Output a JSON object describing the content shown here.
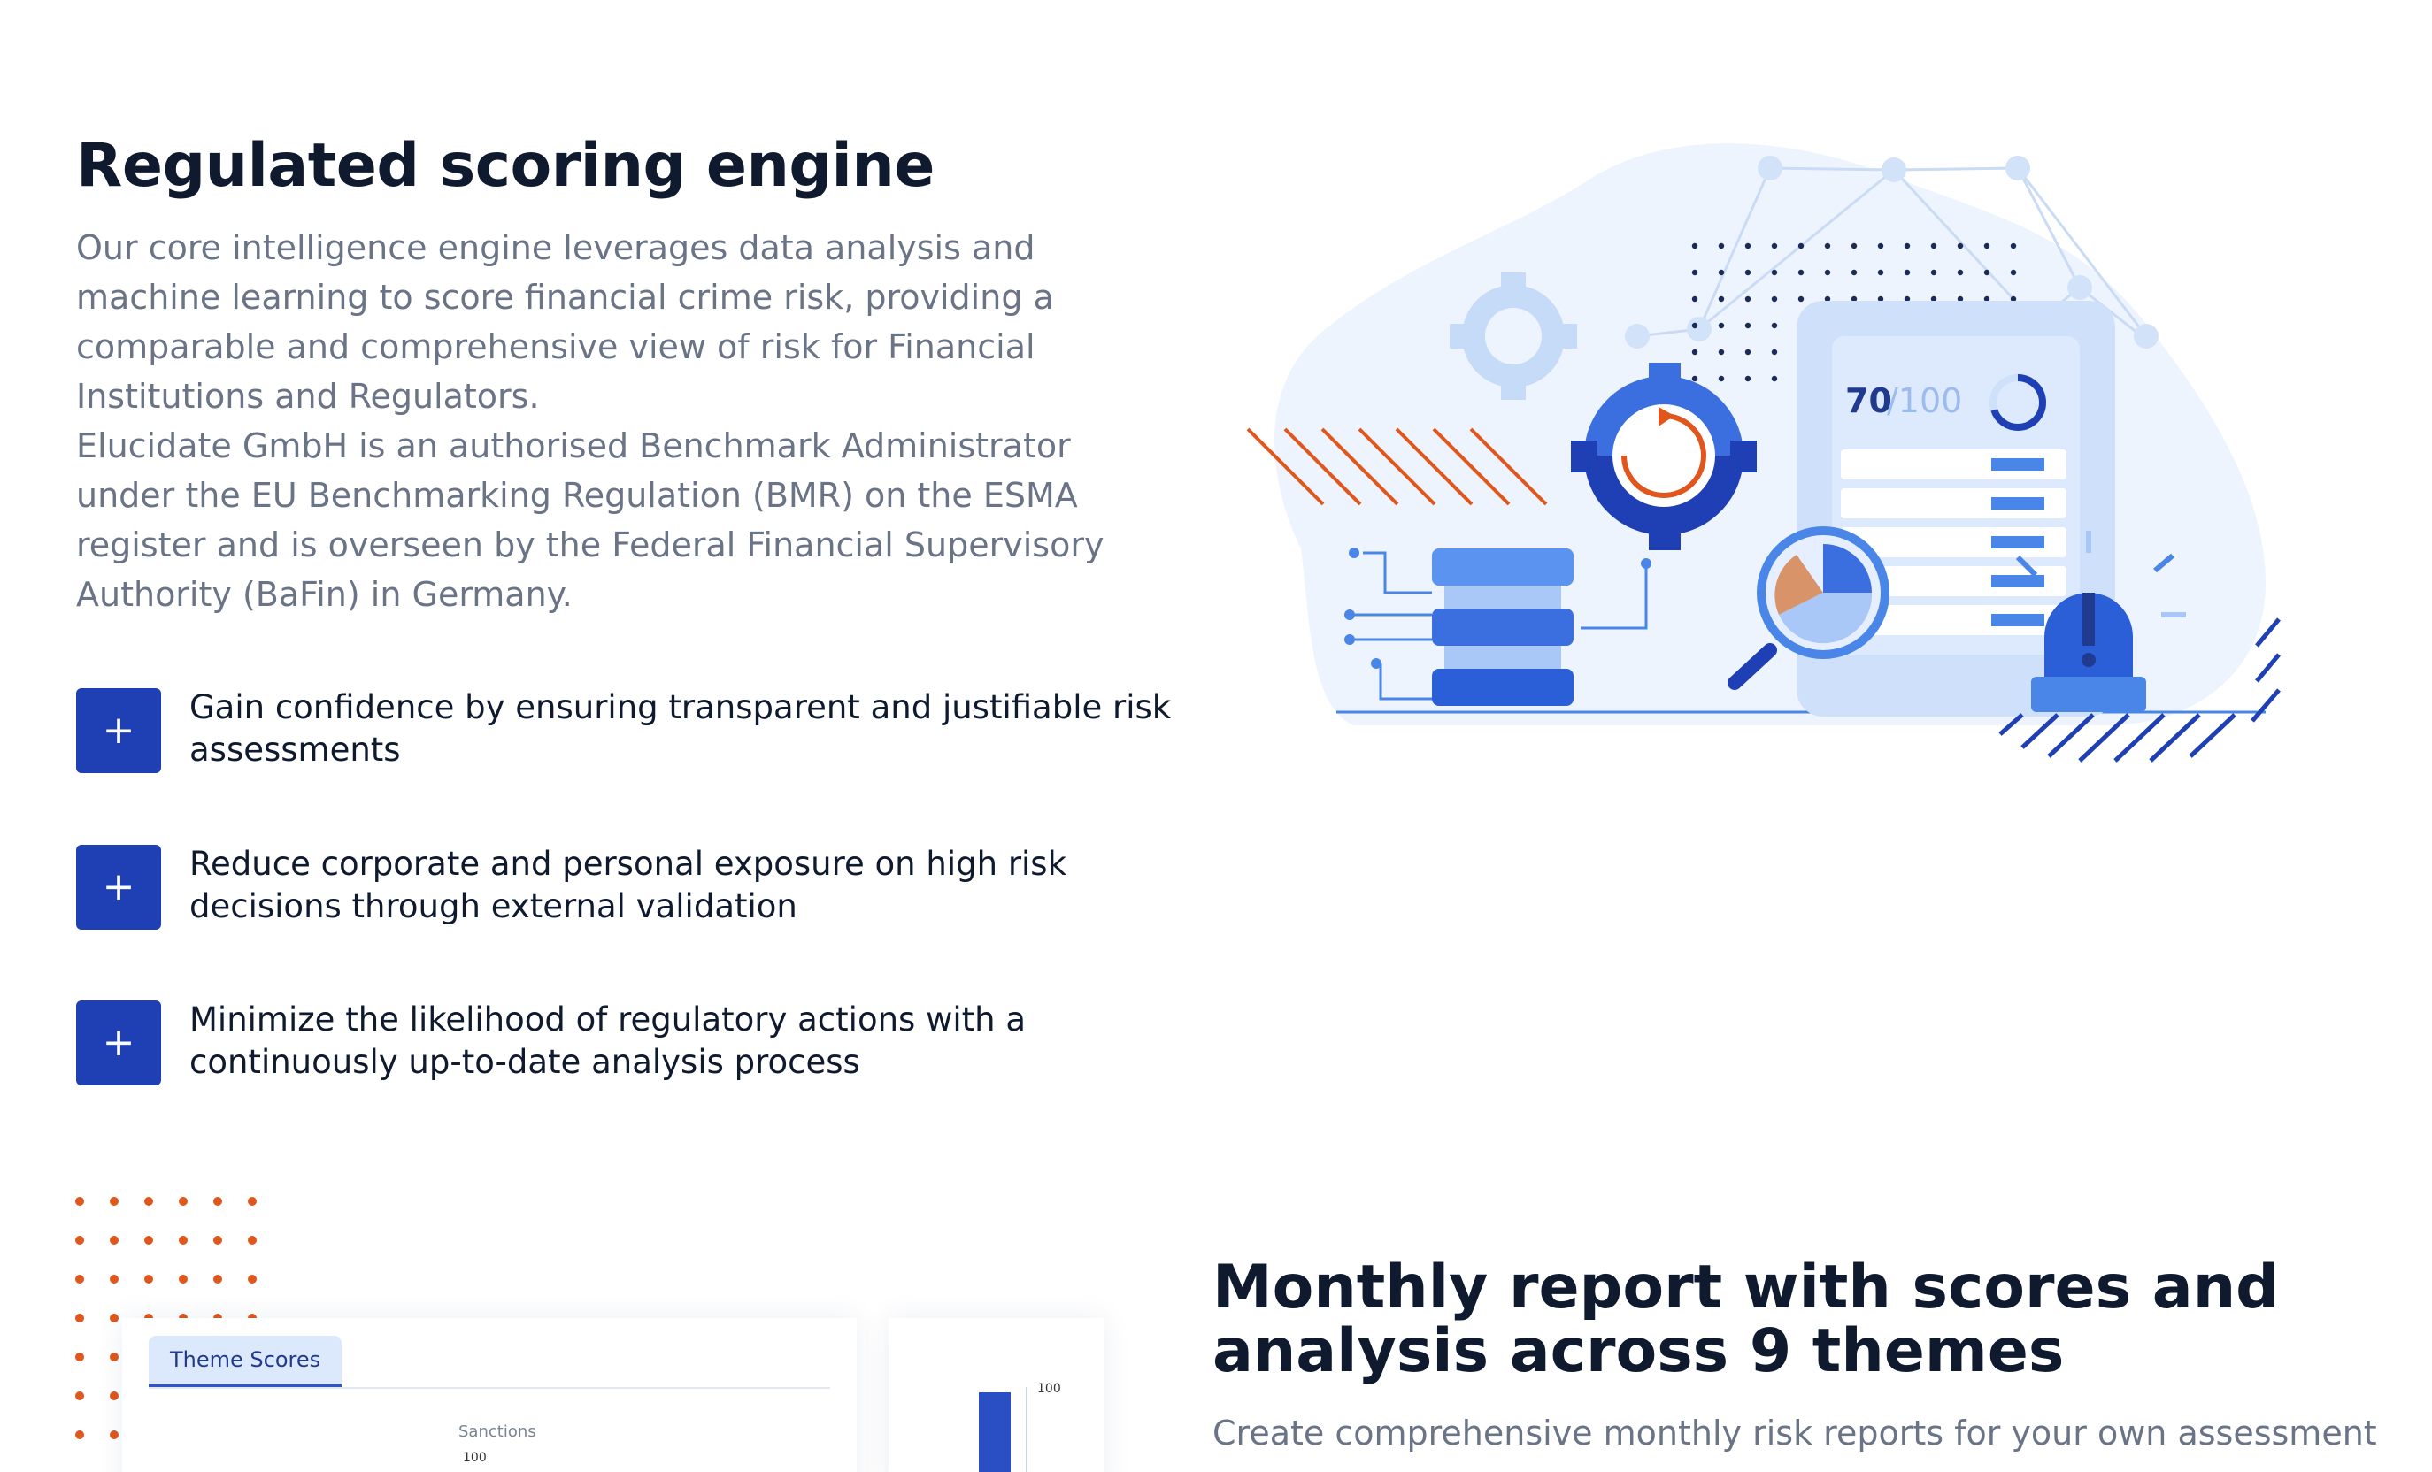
{
  "scoring": {
    "title": "Regulated scoring engine",
    "para1": "Our core intelligence engine leverages data analysis and machine learning to score financial crime risk, providing a comparable and comprehensive view of risk for Financial Institutions and Regulators.",
    "para2": "Elucidate GmbH is an authorised Benchmark Administrator under the EU Benchmarking Regulation (BMR) on the ESMA register and is overseen by the Federal Financial Supervisory Authority (BaFin) in Germany.",
    "benefits": [
      {
        "icon": "plus-icon",
        "symbol": "+",
        "text": "Gain confidence by ensuring transparent and justifiable risk assessments"
      },
      {
        "icon": "plus-icon",
        "symbol": "+",
        "text": "Reduce corporate and personal exposure on high risk decisions through external validation"
      },
      {
        "icon": "plus-icon",
        "symbol": "+",
        "text": "Minimize the likelihood of regulatory actions with a continuously up-to-date analysis process"
      }
    ]
  },
  "illustration": {
    "score_value": "70",
    "score_total": "/100",
    "score_fraction": 0.7
  },
  "report": {
    "title": "Monthly report with scores and analysis across 9 themes",
    "desc": "Create comprehensive monthly risk reports for your own assessment"
  },
  "preview": {
    "tab_label": "Theme Scores",
    "chart_label": "Sanctions",
    "tick_label": "100",
    "bar_tick_label": "100"
  },
  "colors": {
    "primary": "#1f3fb4",
    "accent_orange": "#e0561d",
    "text_dark": "#0f1a2e",
    "text_muted": "#6b7486",
    "light_blue": "#dce8fb"
  }
}
